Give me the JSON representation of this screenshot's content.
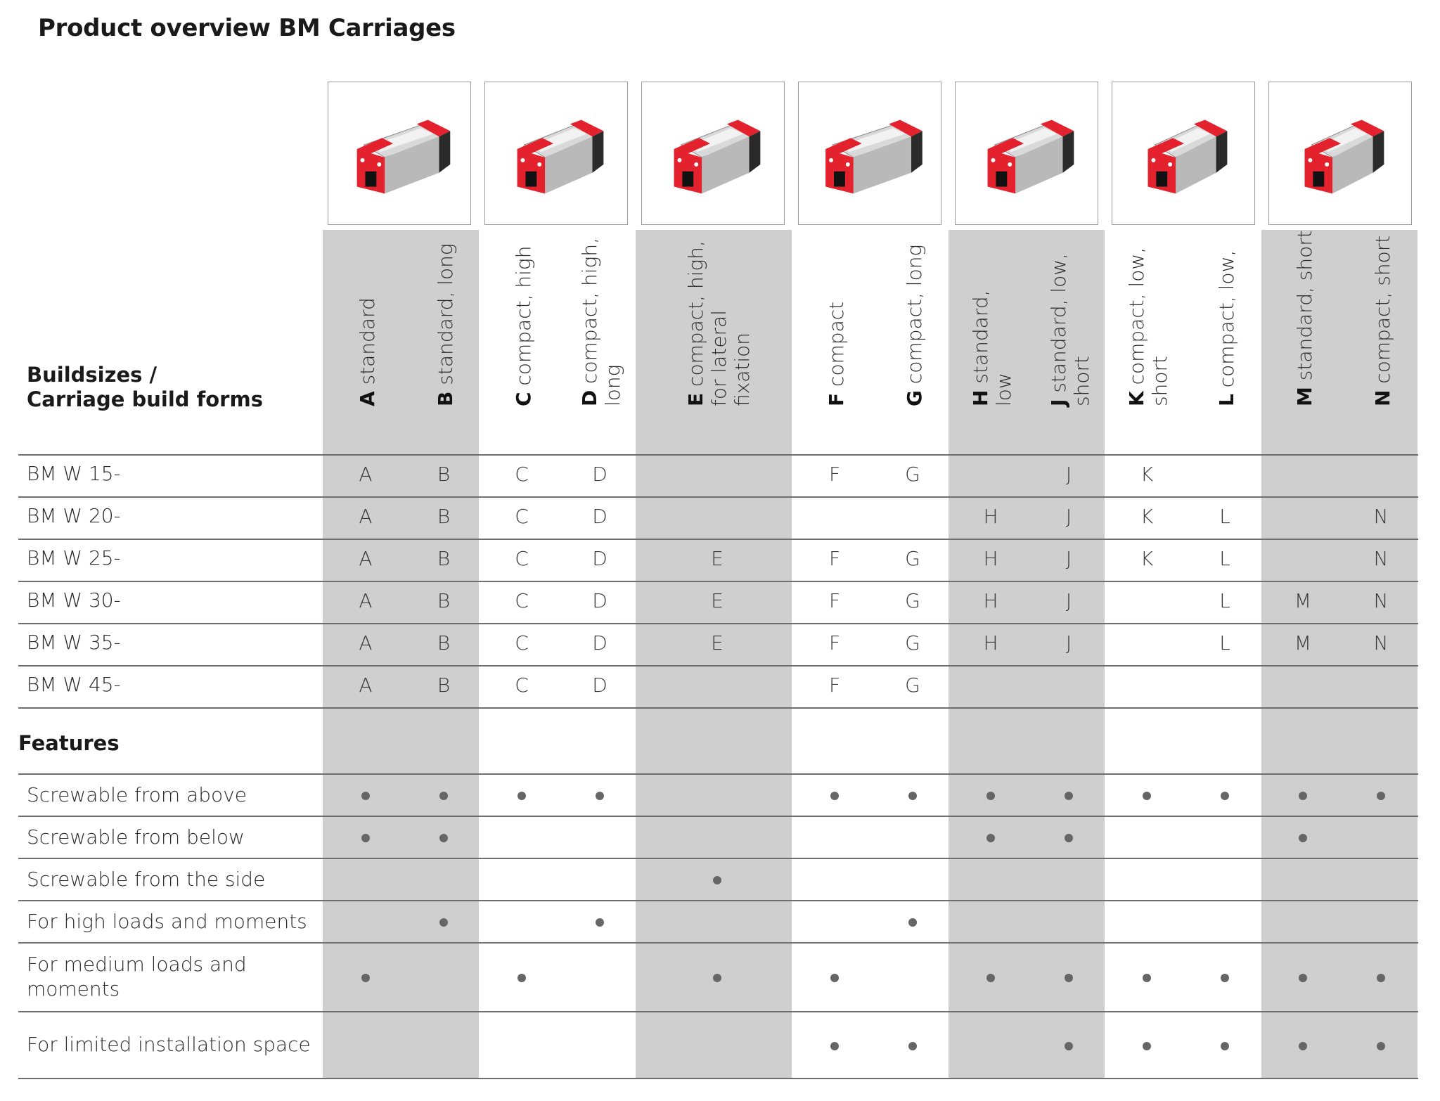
{
  "title": "Product overview BM Carriages",
  "header_label": [
    "Buildsizes /",
    "Carriage build forms"
  ],
  "features_label": "Features",
  "colors": {
    "accent": "#e4222d",
    "band": "#cfcfcf",
    "steel": "#b9b9b9"
  },
  "columns": [
    {
      "letter": "A",
      "lines": [
        "standard"
      ]
    },
    {
      "letter": "B",
      "lines": [
        "standard, long"
      ]
    },
    {
      "letter": "C",
      "lines": [
        "compact, high"
      ]
    },
    {
      "letter": "D",
      "lines": [
        "compact, high,",
        "long"
      ]
    },
    {
      "letter": "E",
      "lines": [
        "compact, high,",
        "for lateral",
        "fixation"
      ]
    },
    {
      "letter": "F",
      "lines": [
        "compact"
      ]
    },
    {
      "letter": "G",
      "lines": [
        "compact, long"
      ]
    },
    {
      "letter": "H",
      "lines": [
        "standard,",
        "low"
      ]
    },
    {
      "letter": "J",
      "lines": [
        "standard, low,",
        "short"
      ]
    },
    {
      "letter": "K",
      "lines": [
        "compact, low,",
        "short"
      ]
    },
    {
      "letter": "L",
      "lines": [
        "compact, low,"
      ]
    },
    {
      "letter": "M",
      "lines": [
        "standard, short"
      ]
    },
    {
      "letter": "N",
      "lines": [
        "compact, short"
      ]
    }
  ],
  "products": [
    {
      "label": "BM W 15-",
      "values": [
        "A",
        "B",
        "C",
        "D",
        "",
        "F",
        "G",
        "",
        "J",
        "K",
        "",
        "",
        ""
      ]
    },
    {
      "label": "BM W 20-",
      "values": [
        "A",
        "B",
        "C",
        "D",
        "",
        "",
        "",
        "H",
        "J",
        "K",
        "L",
        "",
        "N"
      ]
    },
    {
      "label": "BM W 25-",
      "values": [
        "A",
        "B",
        "C",
        "D",
        "E",
        "F",
        "G",
        "H",
        "J",
        "K",
        "L",
        "",
        "N"
      ]
    },
    {
      "label": "BM W 30-",
      "values": [
        "A",
        "B",
        "C",
        "D",
        "E",
        "F",
        "G",
        "H",
        "J",
        "",
        "L",
        "M",
        "N"
      ]
    },
    {
      "label": "BM W 35-",
      "values": [
        "A",
        "B",
        "C",
        "D",
        "E",
        "F",
        "G",
        "H",
        "J",
        "",
        "L",
        "M",
        "N"
      ]
    },
    {
      "label": "BM W 45-",
      "values": [
        "A",
        "B",
        "C",
        "D",
        "",
        "F",
        "G",
        "",
        "",
        "",
        "",
        "",
        ""
      ]
    }
  ],
  "features": [
    {
      "label": [
        "Screwable from above"
      ],
      "marks": [
        1,
        1,
        1,
        1,
        0,
        1,
        1,
        1,
        1,
        1,
        1,
        1,
        1
      ]
    },
    {
      "label": [
        "Screwable from below"
      ],
      "marks": [
        1,
        1,
        0,
        0,
        0,
        0,
        0,
        1,
        1,
        0,
        0,
        1,
        0
      ]
    },
    {
      "label": [
        "Screwable from the side"
      ],
      "marks": [
        0,
        0,
        0,
        0,
        1,
        0,
        0,
        0,
        0,
        0,
        0,
        0,
        0
      ]
    },
    {
      "label": [
        "For high loads and moments"
      ],
      "marks": [
        0,
        1,
        0,
        1,
        0,
        0,
        1,
        0,
        0,
        0,
        0,
        0,
        0
      ]
    },
    {
      "label": [
        "For medium loads and",
        "moments"
      ],
      "marks": [
        1,
        0,
        1,
        0,
        1,
        1,
        0,
        1,
        1,
        1,
        1,
        1,
        1
      ]
    },
    {
      "label": [
        "For limited installation space"
      ],
      "marks": [
        0,
        0,
        0,
        0,
        0,
        1,
        1,
        0,
        1,
        1,
        1,
        1,
        1
      ]
    }
  ]
}
